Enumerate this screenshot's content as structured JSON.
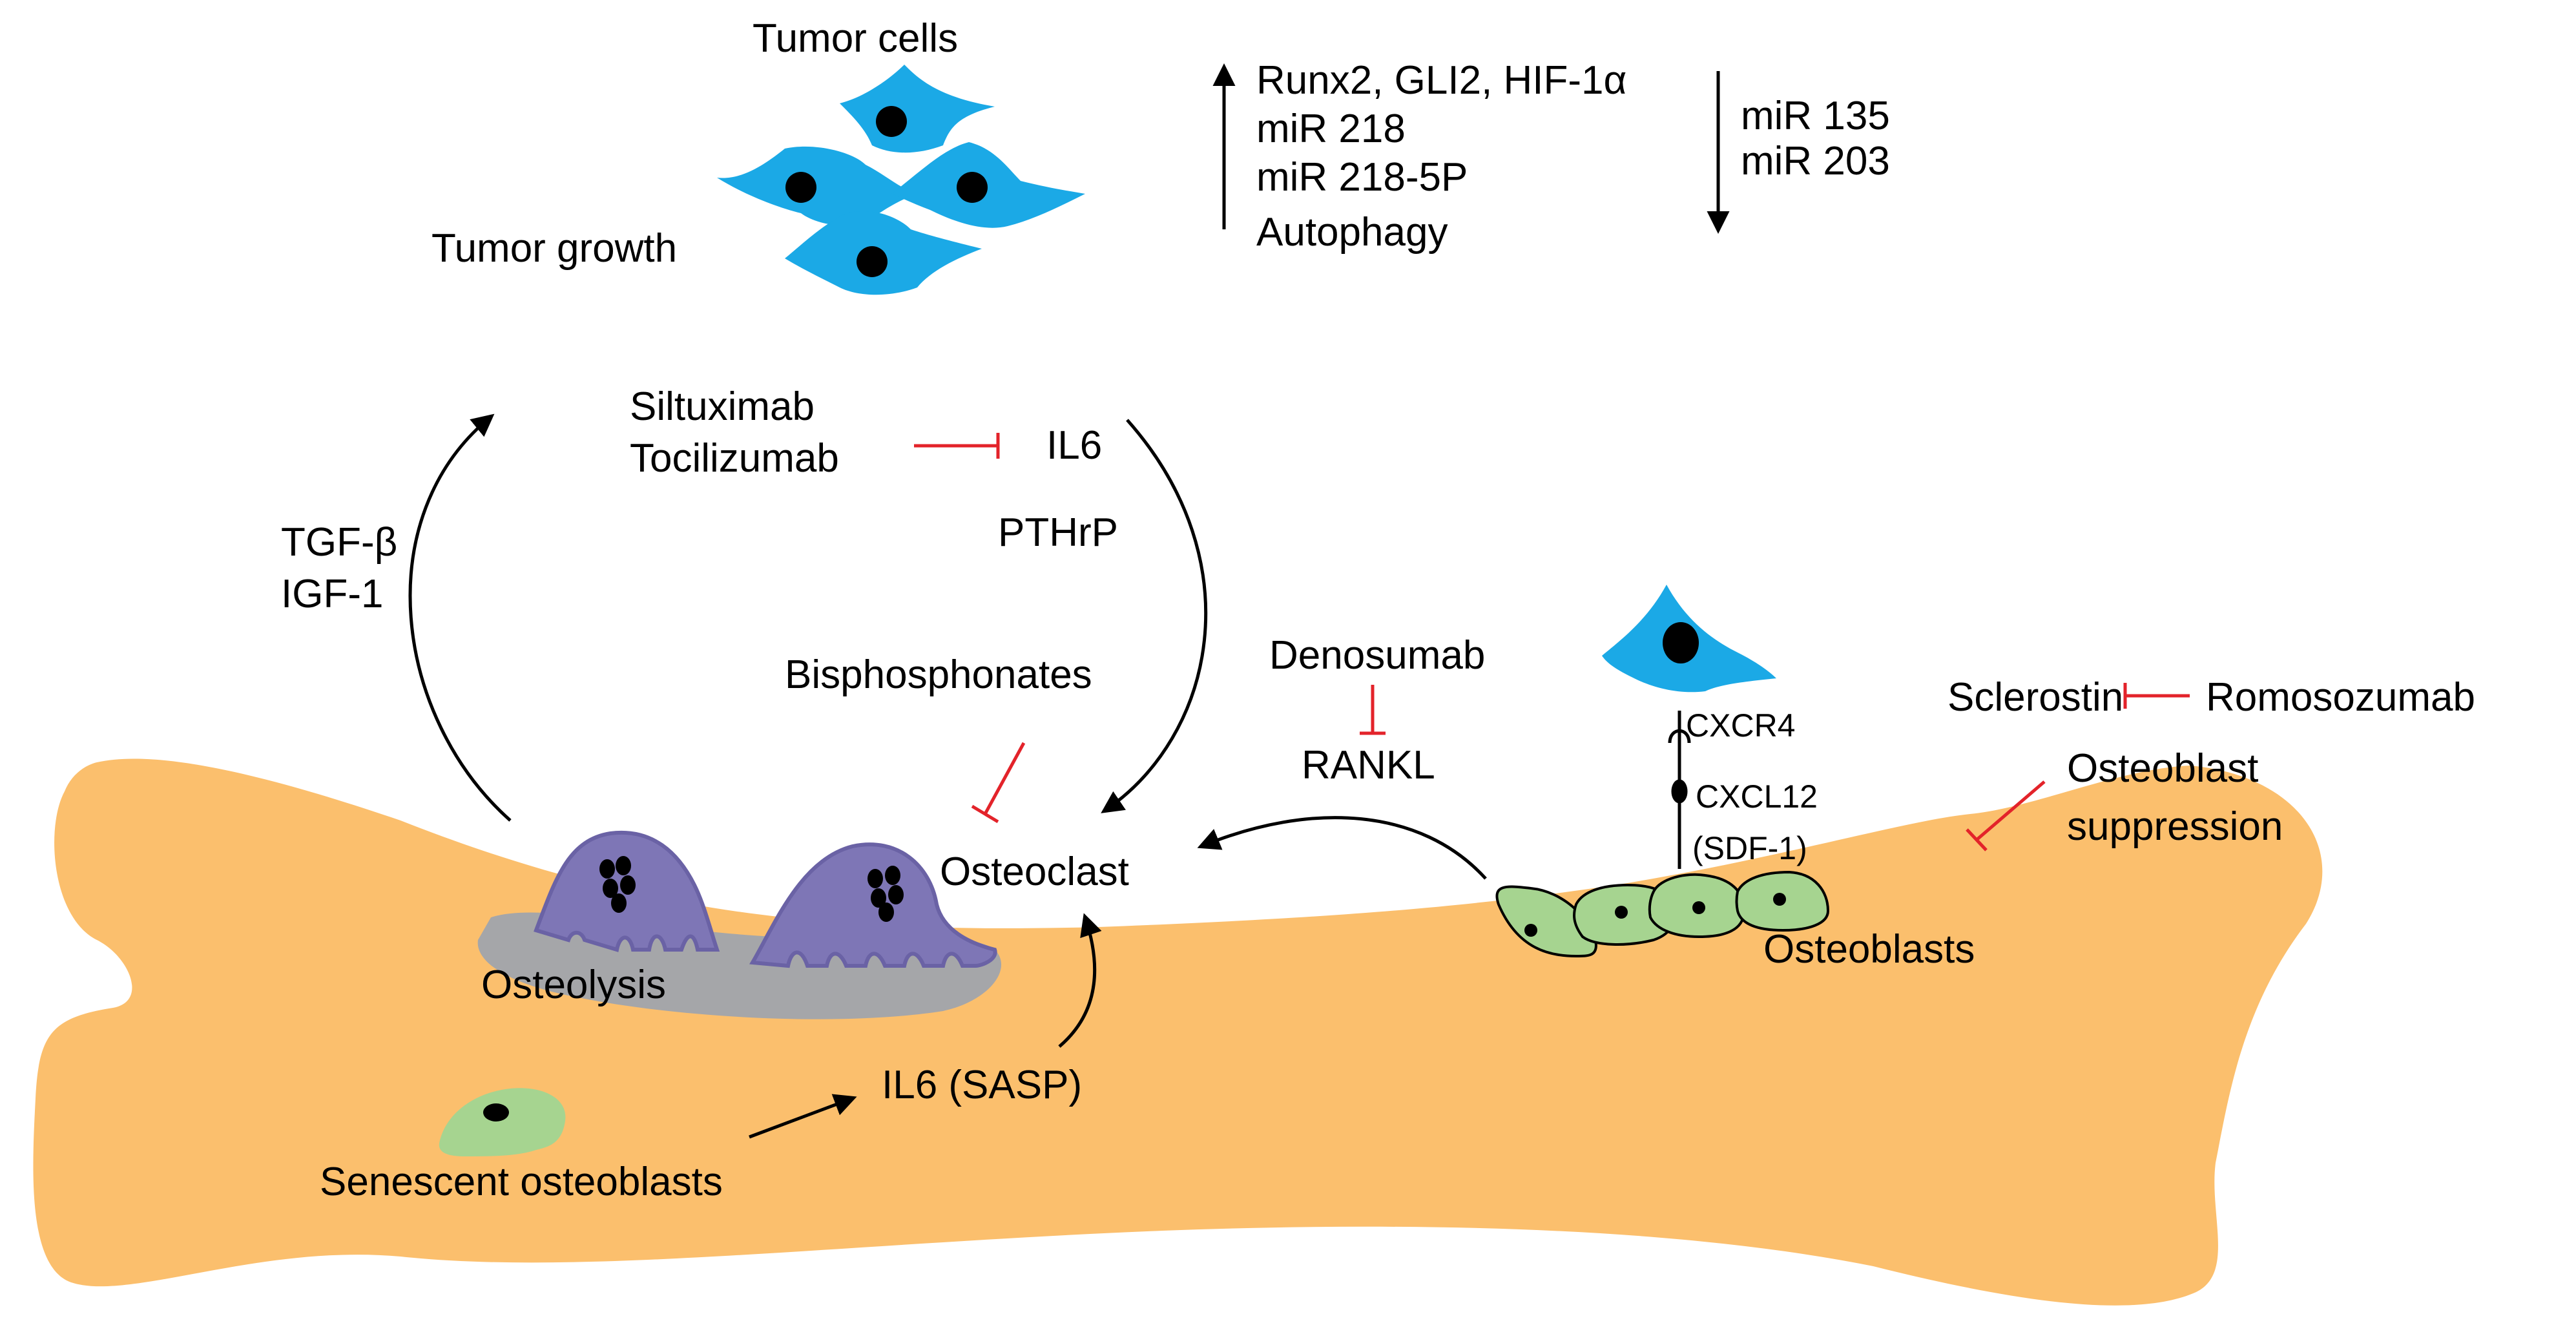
{
  "colors": {
    "bone": "#fbbf6d",
    "tumor": "#1ba9e6",
    "osteoclast": "#7e76b6",
    "osteoclast_stroke": "#6a62a5",
    "osteolysis": "#a5a6a9",
    "osteoblast": "#a6d490",
    "inhibit": "#e3232a",
    "ink": "#000000"
  },
  "labels": {
    "tumor_cells": "Tumor cells",
    "tumor_growth": "Tumor growth",
    "up_genes_1": "Runx2, GLI2, HIF-1α",
    "up_genes_2": "miR 218",
    "up_genes_3": "miR 218-5P",
    "up_genes_4": "Autophagy",
    "down_genes_1": "miR 135",
    "down_genes_2": "miR 203",
    "siltuximab": "Siltuximab",
    "tocilizumab": "Tocilizumab",
    "il6": "IL6",
    "pthrp": "PTHrP",
    "tgf_beta": "TGF-β",
    "igf1": "IGF-1",
    "bisphosphonates": "Bisphosphonates",
    "denosumab": "Denosumab",
    "rankl": "RANKL",
    "cxcr4": "CXCR4",
    "cxcl12": "CXCL12",
    "sdf1": "(SDF-1)",
    "sclerostin": "Sclerostin",
    "romosozumab": "Romosozumab",
    "osteoblast_suppression_1": "Osteoblast",
    "osteoblast_suppression_2": "suppression",
    "osteoclast": "Osteoclast",
    "osteolysis": "Osteolysis",
    "osteoblasts": "Osteoblasts",
    "il6_sasp": "IL6 (SASP)",
    "senescent_osteoblasts": "Senescent osteoblasts"
  }
}
